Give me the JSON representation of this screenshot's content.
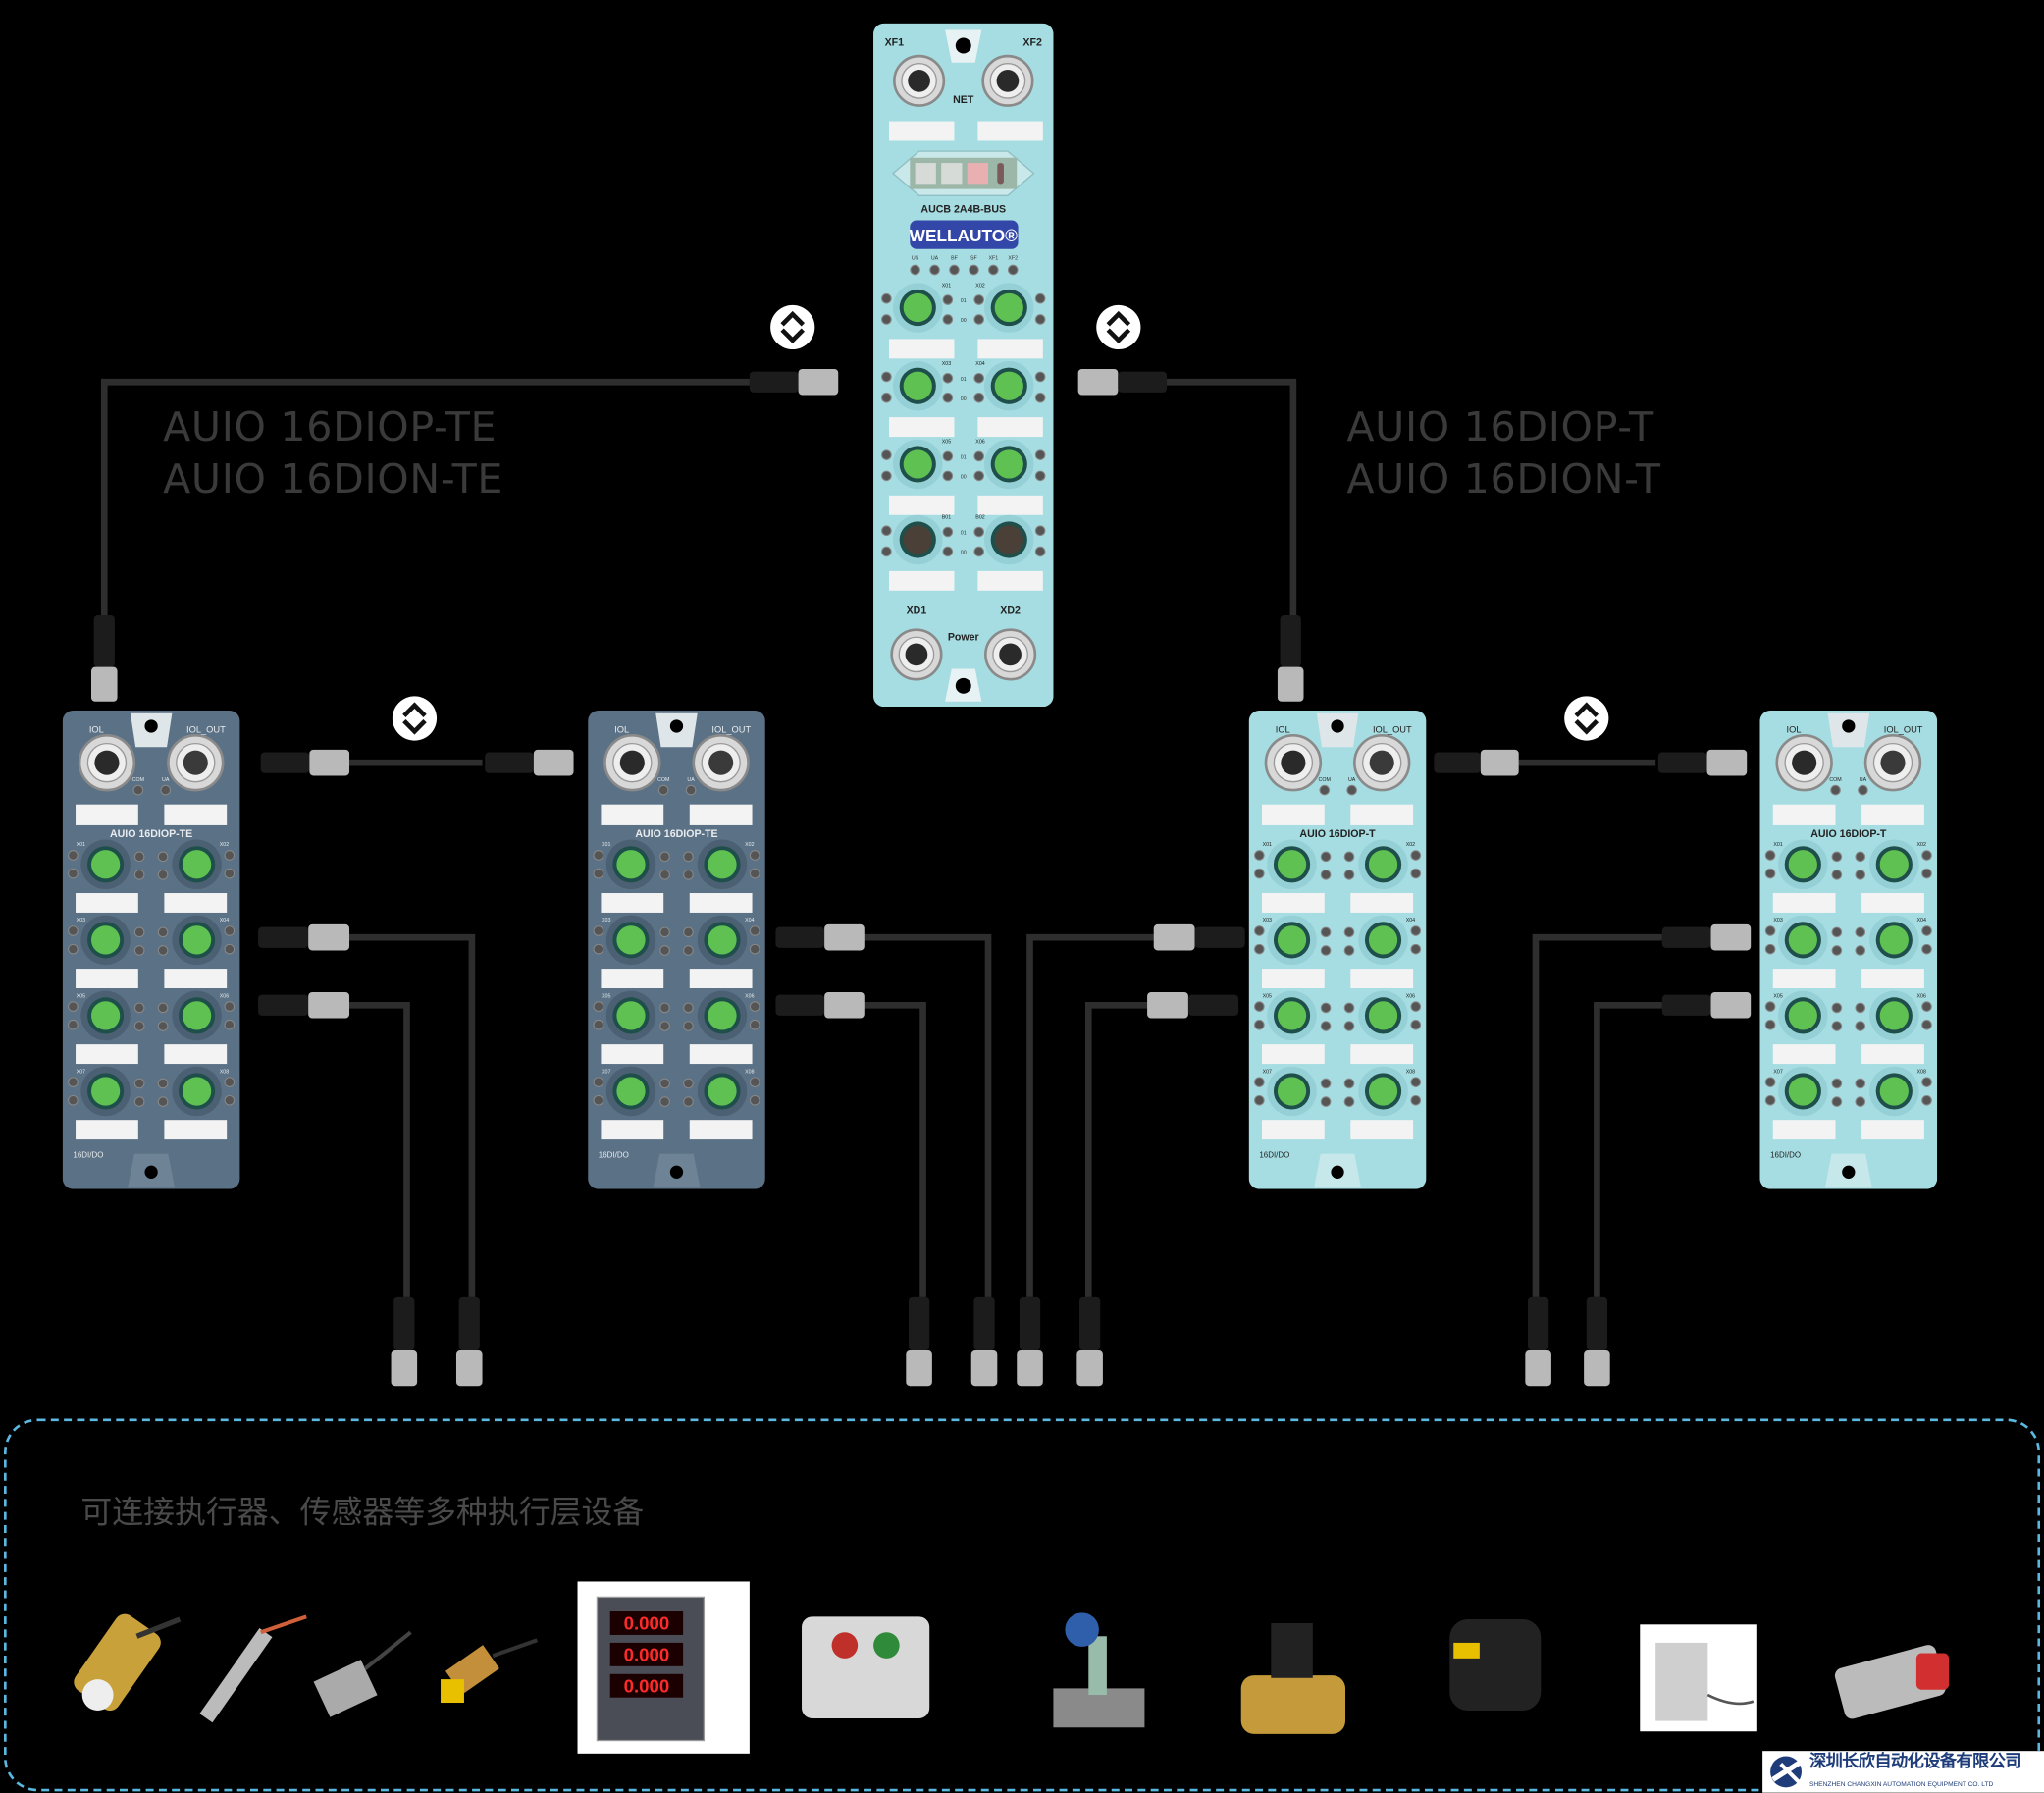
{
  "colors": {
    "cable": "#2e2e2e",
    "blue_module": "#a6dde2",
    "gray_module": "#5b7185",
    "zone_border": "#5bb8e0",
    "port_green": "#5fc152",
    "brand": "#3347a8"
  },
  "coupler": {
    "ports_top": [
      "XF1",
      "XF2"
    ],
    "net_label": "NET",
    "model": "AUCB 2A4B-BUS",
    "brand": "WELLAUTO®",
    "leds": [
      "US",
      "UA",
      "BF",
      "SF",
      "XF1",
      "XF2"
    ],
    "ports": [
      [
        "X01",
        "X02"
      ],
      [
        "X03",
        "X04"
      ],
      [
        "X05",
        "X06"
      ],
      [
        "B01",
        "B02"
      ]
    ],
    "led_codes": [
      "01",
      "00"
    ],
    "ports_bottom": [
      "XD1",
      "XD2"
    ],
    "power_label": "Power"
  },
  "labels": {
    "left": [
      "AUIO 16DIOP-TE",
      "AUIO 16DION-TE"
    ],
    "right": [
      "AUIO 16DIOP-T",
      "AUIO 16DION-T"
    ]
  },
  "io_modules": [
    {
      "model": "AUIO 16DIOP-TE",
      "type": "16DI/DO",
      "color": "gray",
      "ports_top": [
        "IOL",
        "IOL_OUT"
      ],
      "leds_top": [
        "COM",
        "UA"
      ]
    },
    {
      "model": "AUIO 16DIOP-TE",
      "type": "16DI/DO",
      "color": "gray",
      "ports_top": [
        "IOL",
        "IOL_OUT"
      ],
      "leds_top": [
        "COM",
        "UA"
      ]
    },
    {
      "model": "AUIO 16DIOP-T",
      "type": "16DI/DO",
      "color": "blue",
      "ports_top": [
        "IOL",
        "IOL_OUT"
      ],
      "leds_top": [
        "COM",
        "UA"
      ]
    },
    {
      "model": "AUIO 16DIOP-T",
      "type": "16DI/DO",
      "color": "blue",
      "ports_top": [
        "IOL",
        "IOL_OUT"
      ],
      "leds_top": [
        "COM",
        "UA"
      ]
    }
  ],
  "io_ports": [
    [
      "X01",
      "X02"
    ],
    [
      "X03",
      "X04"
    ],
    [
      "X05",
      "X06"
    ],
    [
      "X07",
      "X08"
    ]
  ],
  "link_icon": "up-down-chevrons-icon",
  "caption": "可连接执行器、传感器等多种执行层设备",
  "devices": [
    "cylindrical-sensor",
    "probe-sensor",
    "rectangular-sensor",
    "proximity-switch",
    "panel-meter",
    "push-button-box",
    "flow-meter",
    "solenoid-valve",
    "photoelectric-sensor",
    "load-cell",
    "valve-actuator"
  ],
  "meter_readings": [
    "0.000",
    "0.000",
    "0.000"
  ],
  "logo": {
    "cn": "深圳长欣自动化设备有限公司",
    "en": "SHENZHEN CHANGXIN AUTOMATION EQUIPMENT CO. LTD"
  }
}
